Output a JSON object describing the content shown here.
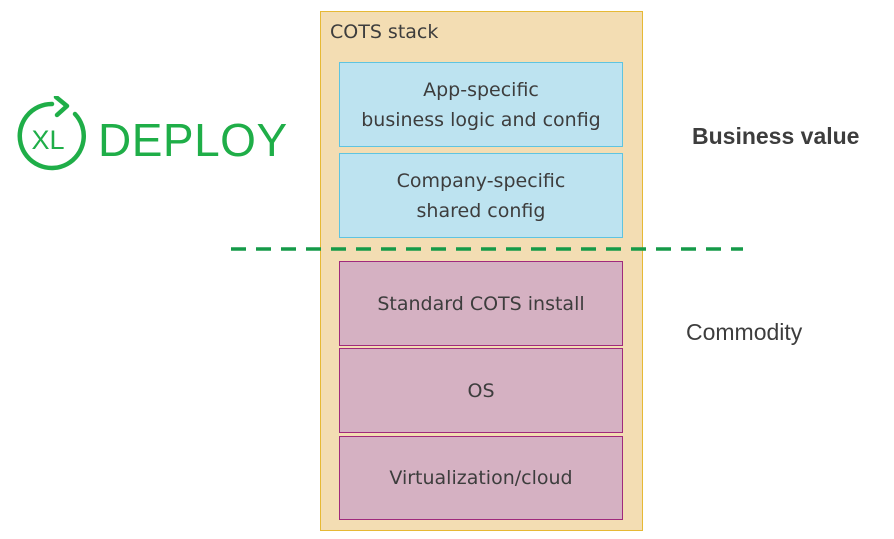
{
  "logo": {
    "mark_text": "XL",
    "word_text": "DEPLOY",
    "color": "#1fae48"
  },
  "stack": {
    "title": "COTS stack",
    "fill_color": "#f3ddb3",
    "border_color": "#e6b935",
    "layers": [
      {
        "label_lines": [
          "App-specific",
          "business logic and config"
        ],
        "group": "business-value",
        "fill": "#bde3f0",
        "border": "#5ec4e0"
      },
      {
        "label_lines": [
          "Company-specific",
          "shared config"
        ],
        "group": "business-value",
        "fill": "#bde3f0",
        "border": "#5ec4e0"
      },
      {
        "label_lines": [
          "Standard COTS install"
        ],
        "group": "commodity",
        "fill": "#d5b1c2",
        "border": "#a02a7c"
      },
      {
        "label_lines": [
          "OS"
        ],
        "group": "commodity",
        "fill": "#d5b1c2",
        "border": "#a02a7c"
      },
      {
        "label_lines": [
          "Virtualization/cloud"
        ],
        "group": "commodity",
        "fill": "#d5b1c2",
        "border": "#a02a7c"
      }
    ]
  },
  "divider": {
    "style": "dashed",
    "color": "#159a48"
  },
  "labels": {
    "business_value": "Business value",
    "commodity": "Commodity"
  }
}
